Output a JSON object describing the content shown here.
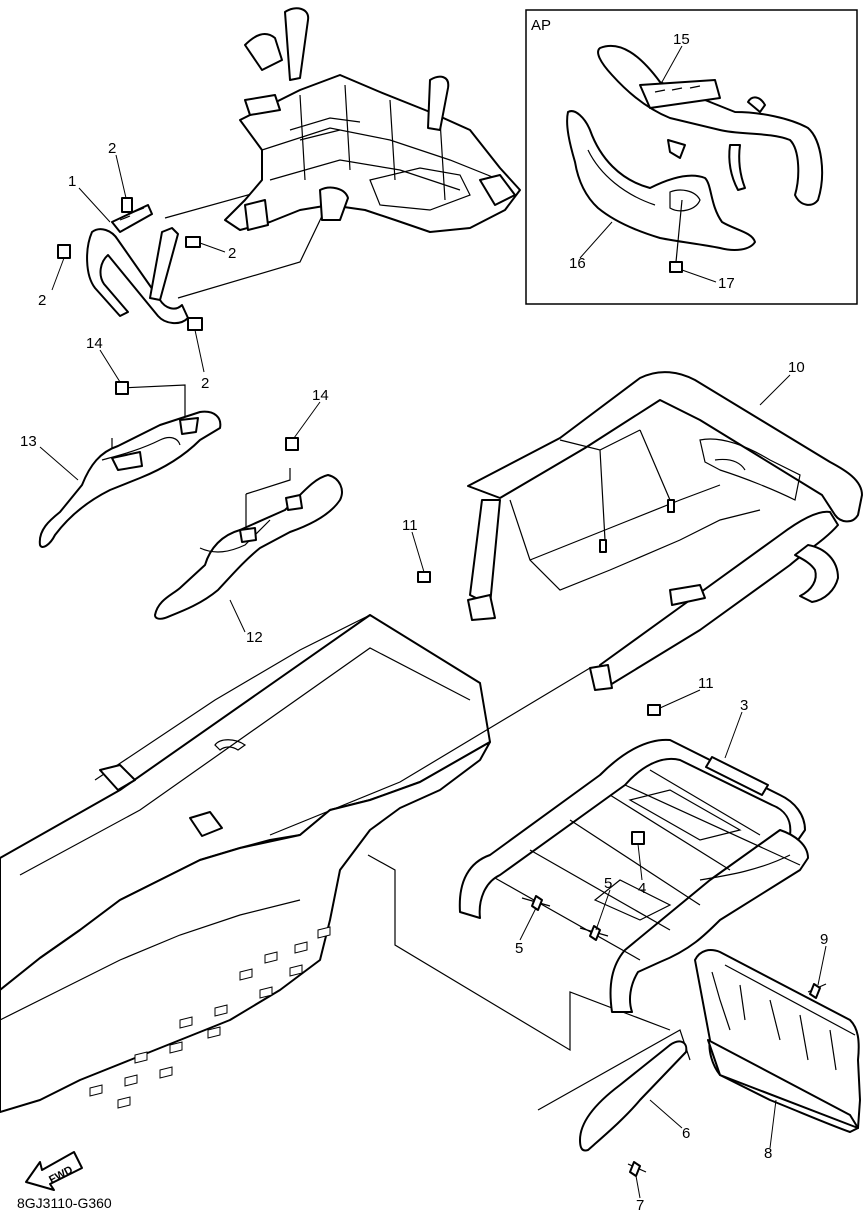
{
  "inset": {
    "label": "AP"
  },
  "callouts": [
    {
      "id": "c1",
      "text": "1"
    },
    {
      "id": "c2a",
      "text": "2"
    },
    {
      "id": "c2b",
      "text": "2"
    },
    {
      "id": "c2c",
      "text": "2"
    },
    {
      "id": "c2d",
      "text": "2"
    },
    {
      "id": "c3",
      "text": "3"
    },
    {
      "id": "c4",
      "text": "4"
    },
    {
      "id": "c5a",
      "text": "5"
    },
    {
      "id": "c5b",
      "text": "5"
    },
    {
      "id": "c6",
      "text": "6"
    },
    {
      "id": "c7",
      "text": "7"
    },
    {
      "id": "c8",
      "text": "8"
    },
    {
      "id": "c9",
      "text": "9"
    },
    {
      "id": "c10",
      "text": "10"
    },
    {
      "id": "c11a",
      "text": "11"
    },
    {
      "id": "c11b",
      "text": "11"
    },
    {
      "id": "c12",
      "text": "12"
    },
    {
      "id": "c13",
      "text": "13"
    },
    {
      "id": "c14a",
      "text": "14"
    },
    {
      "id": "c14b",
      "text": "14"
    },
    {
      "id": "c15",
      "text": "15"
    },
    {
      "id": "c16",
      "text": "16"
    },
    {
      "id": "c17",
      "text": "17"
    }
  ],
  "fwd_badge": {
    "text": "FWD"
  },
  "diagram_code": "8GJ3110-G360"
}
